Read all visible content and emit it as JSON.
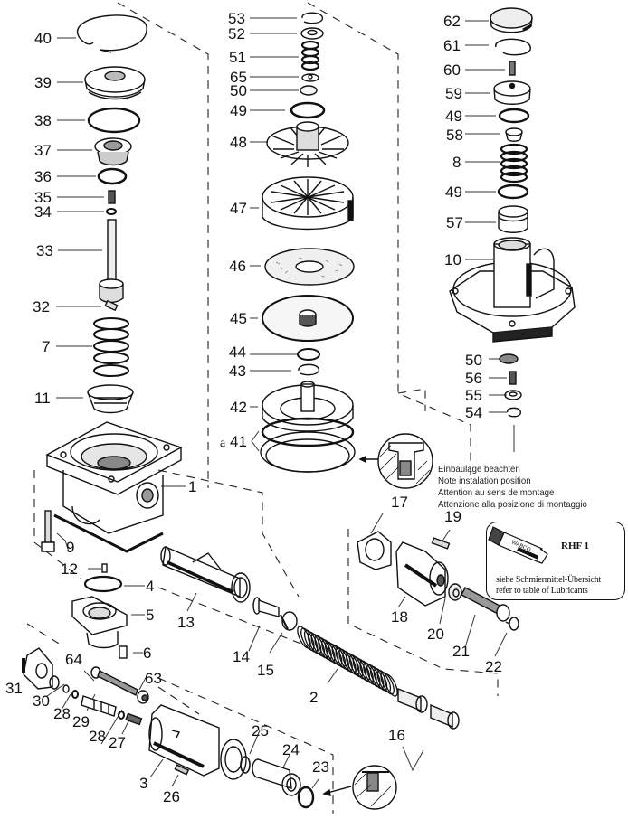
{
  "diagram": {
    "type": "exploded-parts-view",
    "labels": [
      {
        "id": "40",
        "text": "40"
      },
      {
        "id": "39",
        "text": "39"
      },
      {
        "id": "38",
        "text": "38"
      },
      {
        "id": "37",
        "text": "37"
      },
      {
        "id": "36",
        "text": "36"
      },
      {
        "id": "35",
        "text": "35"
      },
      {
        "id": "34",
        "text": "34"
      },
      {
        "id": "33",
        "text": "33"
      },
      {
        "id": "32",
        "text": "32"
      },
      {
        "id": "7",
        "text": "7"
      },
      {
        "id": "11",
        "text": "11"
      },
      {
        "id": "1",
        "text": "1"
      },
      {
        "id": "53",
        "text": "53"
      },
      {
        "id": "52",
        "text": "52"
      },
      {
        "id": "51",
        "text": "51"
      },
      {
        "id": "65",
        "text": "65"
      },
      {
        "id": "50a",
        "text": "50"
      },
      {
        "id": "49a",
        "text": "49"
      },
      {
        "id": "48",
        "text": "48"
      },
      {
        "id": "47",
        "text": "47"
      },
      {
        "id": "46",
        "text": "46"
      },
      {
        "id": "45",
        "text": "45"
      },
      {
        "id": "44",
        "text": "44"
      },
      {
        "id": "43",
        "text": "43"
      },
      {
        "id": "42",
        "text": "42"
      },
      {
        "id": "41",
        "text": "41"
      },
      {
        "id": "62",
        "text": "62"
      },
      {
        "id": "61",
        "text": "61"
      },
      {
        "id": "60",
        "text": "60"
      },
      {
        "id": "59",
        "text": "59"
      },
      {
        "id": "49b",
        "text": "49"
      },
      {
        "id": "58",
        "text": "58"
      },
      {
        "id": "8",
        "text": "8"
      },
      {
        "id": "49c",
        "text": "49"
      },
      {
        "id": "57",
        "text": "57"
      },
      {
        "id": "10",
        "text": "10"
      },
      {
        "id": "50b",
        "text": "50"
      },
      {
        "id": "56",
        "text": "56"
      },
      {
        "id": "55",
        "text": "55"
      },
      {
        "id": "54",
        "text": "54"
      },
      {
        "id": "17",
        "text": "17"
      },
      {
        "id": "19",
        "text": "19"
      },
      {
        "id": "18",
        "text": "18"
      },
      {
        "id": "20",
        "text": "20"
      },
      {
        "id": "21",
        "text": "21"
      },
      {
        "id": "22",
        "text": "22"
      },
      {
        "id": "9",
        "text": "9"
      },
      {
        "id": "12",
        "text": "12"
      },
      {
        "id": "4",
        "text": "4"
      },
      {
        "id": "5",
        "text": "5"
      },
      {
        "id": "6",
        "text": "6"
      },
      {
        "id": "13",
        "text": "13"
      },
      {
        "id": "14",
        "text": "14"
      },
      {
        "id": "15",
        "text": "15"
      },
      {
        "id": "2",
        "text": "2"
      },
      {
        "id": "16",
        "text": "16"
      },
      {
        "id": "64",
        "text": "64"
      },
      {
        "id": "63",
        "text": "63"
      },
      {
        "id": "31",
        "text": "31"
      },
      {
        "id": "30",
        "text": "30"
      },
      {
        "id": "28a",
        "text": "28"
      },
      {
        "id": "29",
        "text": "29"
      },
      {
        "id": "28b",
        "text": "28"
      },
      {
        "id": "27",
        "text": "27"
      },
      {
        "id": "3",
        "text": "3"
      },
      {
        "id": "26",
        "text": "26"
      },
      {
        "id": "25",
        "text": "25"
      },
      {
        "id": "24",
        "text": "24"
      },
      {
        "id": "23",
        "text": "23"
      }
    ],
    "label_41_prefix": "a",
    "installation_note": [
      "Einbaulage beachten",
      "Note instalation position",
      "Attention au sens de montage",
      "Attenzione alla posizione di montaggio"
    ],
    "lubricant_box": {
      "tube_brand": "WABCO",
      "code": "RHF 1",
      "line1": "siehe Schmiermittel-Übersicht",
      "line2": "refer to table of Lubricants"
    }
  }
}
